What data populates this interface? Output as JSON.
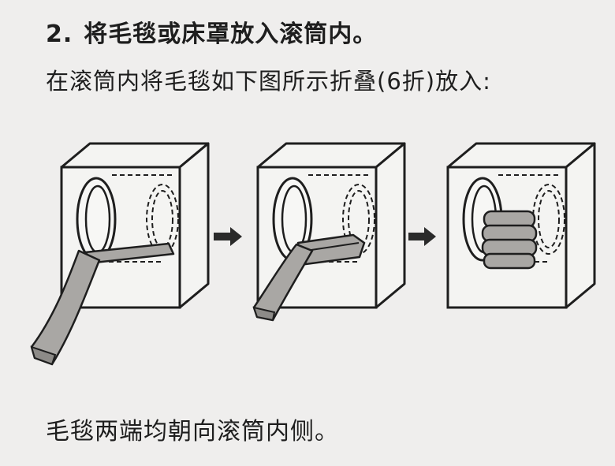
{
  "heading": {
    "number": "2.",
    "title": "将毛毯或床罩放入滚筒内。"
  },
  "subline": "在滚筒内将毛毯如下图所示折叠(6折)放入:",
  "illustration": {
    "steps": [
      {
        "name": "step-1",
        "caption": ""
      },
      {
        "name": "step-2",
        "caption": ""
      },
      {
        "name": "step-3",
        "caption": ""
      }
    ],
    "arrow_icon": "right-arrow-icon"
  },
  "footer": "毛毯两端均朝向滚筒内侧。"
}
